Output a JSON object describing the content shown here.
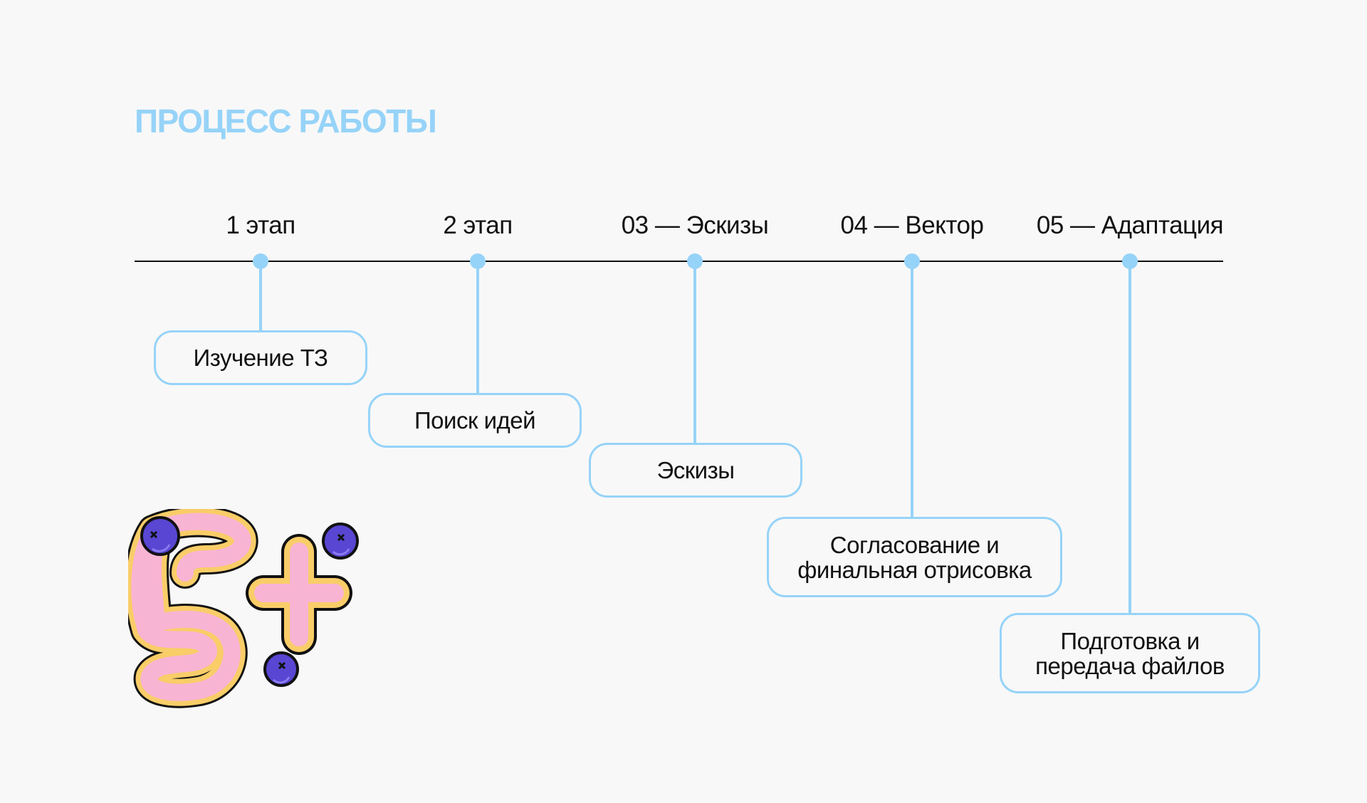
{
  "title": "ПРОЦЕСС РАБОТЫ",
  "colors": {
    "accent": "#96d3f8",
    "line": "#111111",
    "text": "#111111",
    "background": "#f8f8f8",
    "sticker_pink": "#f8b4d3",
    "sticker_yellow": "#f9cd68",
    "sticker_purple": "#5946d2"
  },
  "stages": [
    {
      "label": "1 этап",
      "step": "Изучение ТЗ"
    },
    {
      "label": "2 этап",
      "step": "Поиск идей"
    },
    {
      "label": "03 — Эскизы",
      "step": "Эскизы"
    },
    {
      "label": "04 — Вектор",
      "step": "Согласование и\nфинальная отрисовка"
    },
    {
      "label": "05 — Адаптация",
      "step": "Подготовка и\nпередача файлов"
    }
  ],
  "sticker": {
    "icon": "five-plus-sticker-icon"
  }
}
